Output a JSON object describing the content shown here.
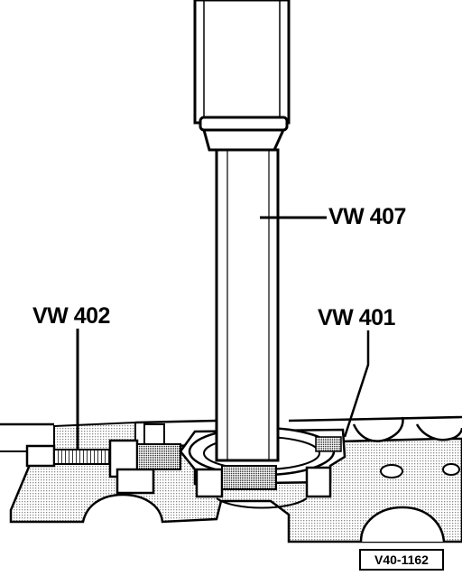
{
  "labels": {
    "vw407": "VW 407",
    "vw402": "VW 402",
    "vw401": "VW 401"
  },
  "figure_code": "V40-1162",
  "colors": {
    "line": "#000000",
    "background": "#ffffff",
    "stipple": "#9a9a9a"
  }
}
